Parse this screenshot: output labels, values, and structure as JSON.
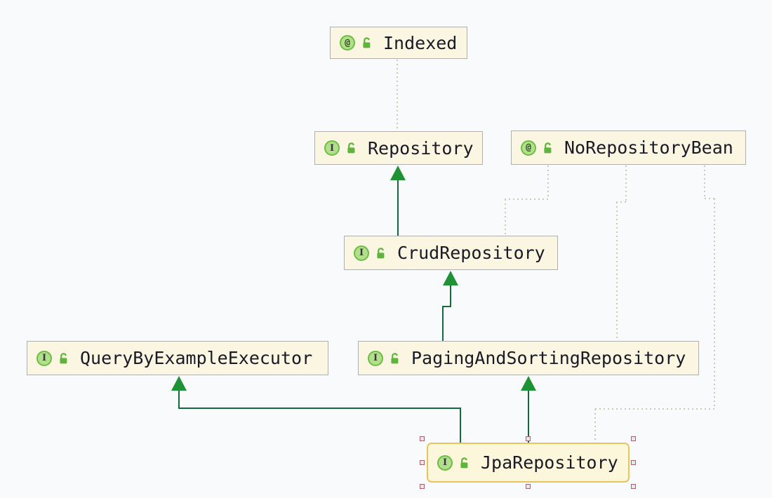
{
  "diagram": {
    "tool": "uml-class-diagram",
    "selected_node": "JpaRepository",
    "nodes": [
      {
        "id": "indexed",
        "kind": "annotation",
        "icon": "annotation-icon",
        "icon_text": "@",
        "visibility": "public",
        "label": "Indexed"
      },
      {
        "id": "repository",
        "kind": "interface",
        "icon": "interface-icon",
        "icon_text": "I",
        "visibility": "public",
        "label": "Repository"
      },
      {
        "id": "norepositorybean",
        "kind": "annotation",
        "icon": "annotation-icon",
        "icon_text": "@",
        "visibility": "public",
        "label": "NoRepositoryBean"
      },
      {
        "id": "crudrepository",
        "kind": "interface",
        "icon": "interface-icon",
        "icon_text": "I",
        "visibility": "public",
        "label": "CrudRepository"
      },
      {
        "id": "querybyexample",
        "kind": "interface",
        "icon": "interface-icon",
        "icon_text": "I",
        "visibility": "public",
        "label": "QueryByExampleExecutor"
      },
      {
        "id": "pagingandsorting",
        "kind": "interface",
        "icon": "interface-icon",
        "icon_text": "I",
        "visibility": "public",
        "label": "PagingAndSortingRepository"
      },
      {
        "id": "jparepository",
        "kind": "interface",
        "icon": "interface-icon",
        "icon_text": "I",
        "visibility": "public",
        "label": "JpaRepository",
        "selected": true
      }
    ],
    "edges": [
      {
        "from": "CrudRepository",
        "to": "Repository",
        "type": "extends"
      },
      {
        "from": "PagingAndSortingRepository",
        "to": "CrudRepository",
        "type": "extends"
      },
      {
        "from": "JpaRepository",
        "to": "PagingAndSortingRepository",
        "type": "extends"
      },
      {
        "from": "JpaRepository",
        "to": "QueryByExampleExecutor",
        "type": "extends"
      },
      {
        "from": "Repository",
        "to": "Indexed",
        "type": "annotated-with"
      },
      {
        "from": "CrudRepository",
        "to": "NoRepositoryBean",
        "type": "annotated-with"
      },
      {
        "from": "PagingAndSortingRepository",
        "to": "NoRepositoryBean",
        "type": "annotated-with"
      },
      {
        "from": "JpaRepository",
        "to": "NoRepositoryBean",
        "type": "annotated-with"
      }
    ],
    "colors": {
      "canvas": "#F9FAFC",
      "node_background": "#FBF6E2",
      "node_border": "#AFAFAF",
      "selected_border": "#E8C45D",
      "inheritance_line": "#136A3A",
      "arrowhead": "#1E9235",
      "annotation_dotted": "#CEC8B5",
      "icon_green": "#5FB43E"
    }
  }
}
